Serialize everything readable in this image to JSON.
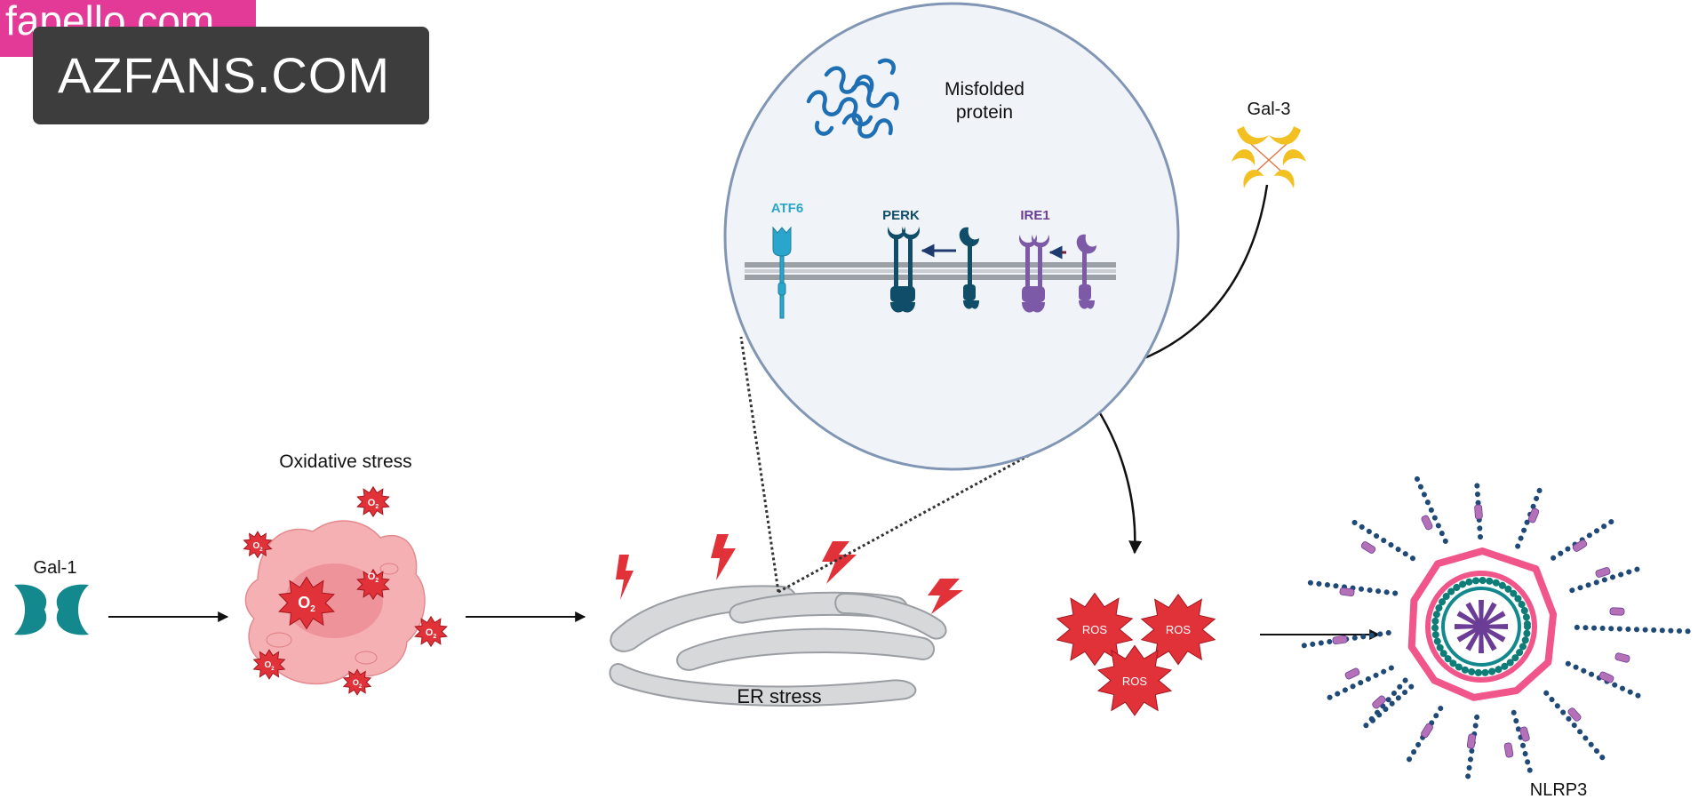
{
  "watermarks": {
    "top": "fapello.com",
    "box": "AZFANS.COM"
  },
  "labels": {
    "gal1": "Gal-1",
    "oxidative_stress": "Oxidative stress",
    "er_stress": "ER stress",
    "nlrp3": "NLRP3",
    "gal3": "Gal-3",
    "misfolded_protein_line1": "Misfolded",
    "misfolded_protein_line2": "protein"
  },
  "receptors": {
    "atf6": "ATF6",
    "perk": "PERK",
    "ire1": "IRE1"
  },
  "molecules": {
    "o2_label": "O",
    "o2_sub": "2",
    "ros": "ROS"
  },
  "colors": {
    "teal": "#13898e",
    "ros_red": "#e1323a",
    "yellow": "#f2c020",
    "atf6": "#2aa6cc",
    "perk": "#0f4d68",
    "ire1": "#7c5aa8",
    "er_fill": "#d6d8da",
    "bubble_fill": "#f0f3f8",
    "bubble_stroke": "#8196b4",
    "cell_pink": "#f4b0b3",
    "nlrp3_pink": "#f0568a",
    "nlrp3_purple": "#6b3d96",
    "nlrp3_navy": "#1f4a78"
  }
}
